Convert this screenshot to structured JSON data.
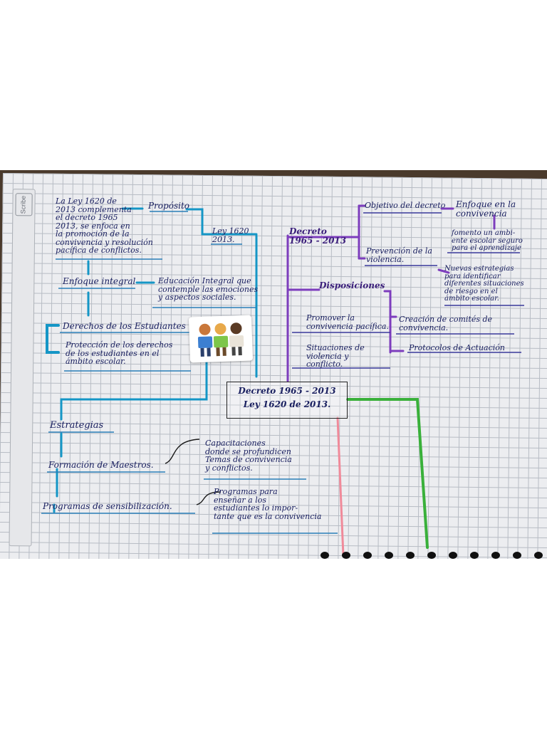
{
  "notebook_brand": "Scribe",
  "central": {
    "line1": "Decreto 1965 - 2013",
    "line2": "Ley 1620 de 2013."
  },
  "left": {
    "intro": "La Ley 1620 de\n2013 complementa\nel decreto 1965\n2013, se enfoca en\nla promoción de la\nconvivencia y resolución\npacífica de conflictos.",
    "proposito": "Propósito",
    "ley_label": "Ley 1620\n2013.",
    "enfoque": "Enfoque integral",
    "enfoque_desc": "Educación Integral que\ncontemple las emociones\ny aspectos sociales.",
    "derechos": "Derechos de los Estudiantes",
    "derechos_desc": "Protección de los derechos\nde los estudiantes en el\námbito escolar.",
    "estrategias": "Estrategias",
    "formacion": "Formación de Maestros.",
    "formacion_desc": "Capacitaciones\ndonde se profundicen\nTemas de convivencia\ny conflictos.",
    "programas": "Programas de sensibilización.",
    "programas_desc": "Programas para\nenseñar a los\nestudiantes lo impor-\ntante que es la convivencia"
  },
  "right": {
    "decreto": "Decreto\n1965 - 2013",
    "objetivo": "Objetivo del decreto",
    "enfoque_conv": "Enfoque en la\nconvivencia",
    "fomento": "fomento un ambi-\nente escolar seguro\npara el aprendizaje",
    "prevencion": "Prevención de la\nviolencia.",
    "estrategias_riesgo": "Nuevas estrategias\npara identificar\ndiferentes situaciones\nde riesgo en el\námbito escolar.",
    "disposiciones": "Disposiciones",
    "promover": "Promover la\nconvivencia pacífica.",
    "creacion": "Creación de comités de\nconvivencia.",
    "situaciones": "Situaciones de\nviolencia y\nconflicto.",
    "protocolos": "Protocolos de Actuación"
  },
  "colors": {
    "blue_marker": "#1596c6",
    "purple_marker": "#7d3dbd",
    "green_marker": "#39b03a",
    "pink_marker": "#f08a9a",
    "ink": "#1a2060"
  },
  "icons": [
    "children-sticker"
  ]
}
